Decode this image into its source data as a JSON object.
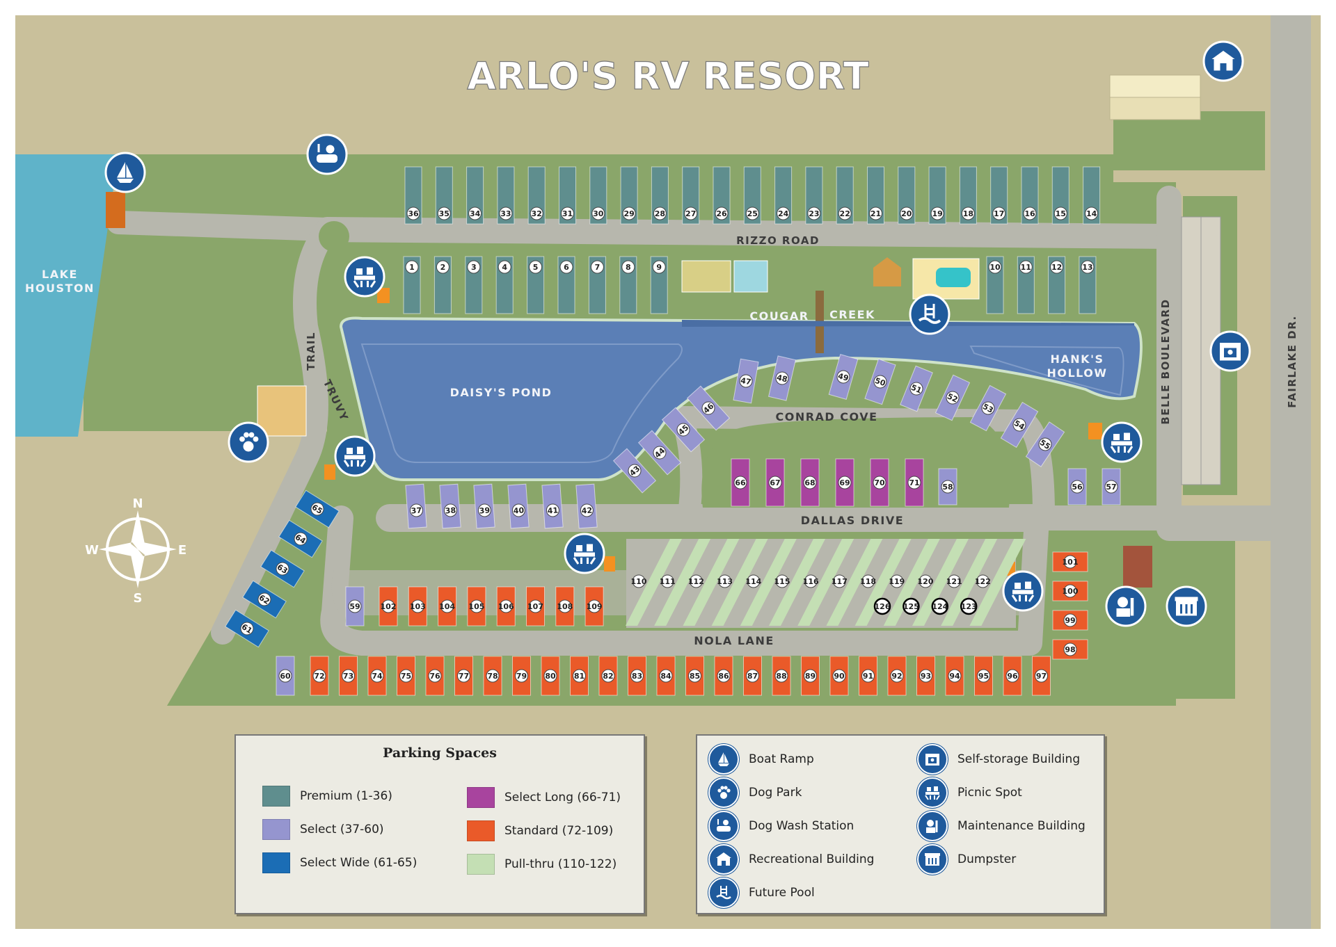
{
  "title": "ARLO'S RV RESORT",
  "water": {
    "lake": [
      "LAKE",
      "HOUSTON"
    ],
    "pond": "DAISY'S POND",
    "creek": [
      "COUGAR",
      "CREEK"
    ],
    "hollow": [
      "HANK'S",
      "HOLLOW"
    ]
  },
  "roads": {
    "rizzo": "RIZZO ROAD",
    "conrad": "CONRAD COVE",
    "dallas": "DALLAS DRIVE",
    "nola": "NOLA LANE",
    "truvy": "TRUVY",
    "trail": "TRAIL",
    "belle": "BELLE BOULEVARD",
    "fairlake": "FAIRLAKE DR."
  },
  "compass": {
    "n": "N",
    "s": "S",
    "e": "E",
    "w": "W"
  },
  "colors": {
    "premium": "#5f8e8e",
    "select": "#9595cf",
    "select_wide": "#1b6db5",
    "select_long": "#a8449e",
    "standard": "#ea5a29",
    "pullthru": "#c4dfb4",
    "grass": "#8aa66a",
    "road": "#b7b7ad",
    "water": "#5b7fb6",
    "background": "#c9c09b",
    "icon": "#1f5a9c"
  },
  "sites": {
    "top_row": [
      "36",
      "35",
      "34",
      "33",
      "32",
      "31",
      "30",
      "29",
      "28",
      "27",
      "26",
      "25",
      "24",
      "23",
      "22",
      "21",
      "20",
      "19",
      "18",
      "17",
      "16",
      "15",
      "14"
    ],
    "rizzo_south": [
      "1",
      "2",
      "3",
      "4",
      "5",
      "6",
      "7",
      "8",
      "9"
    ],
    "rizzo_south_east": [
      "10",
      "11",
      "12",
      "13"
    ],
    "pond_south": [
      "37",
      "38",
      "39",
      "40",
      "41",
      "42"
    ],
    "pond_curve": [
      "43",
      "44",
      "45",
      "46"
    ],
    "creek_south": [
      "47",
      "48",
      "49",
      "50",
      "51",
      "52",
      "53",
      "54",
      "55"
    ],
    "east_pair": [
      "56",
      "57"
    ],
    "select_long": [
      "66",
      "67",
      "68",
      "69",
      "70",
      "71"
    ],
    "site_58": "58",
    "select_wide": [
      "65",
      "64",
      "63",
      "62",
      "61"
    ],
    "site_59": "59",
    "standard_mid": [
      "102",
      "103",
      "104",
      "105",
      "106",
      "107",
      "108",
      "109"
    ],
    "pullthru": [
      "110",
      "111",
      "112",
      "113",
      "114",
      "115",
      "116",
      "117",
      "118",
      "119",
      "120",
      "121",
      "122"
    ],
    "pullthru_small": [
      "126",
      "125",
      "124",
      "123"
    ],
    "site_60": "60",
    "standard_bottom": [
      "72",
      "73",
      "74",
      "75",
      "76",
      "77",
      "78",
      "79",
      "80",
      "81",
      "82",
      "83",
      "84",
      "85",
      "86",
      "87",
      "88",
      "89",
      "90",
      "91",
      "92",
      "93",
      "94",
      "95",
      "96",
      "97"
    ],
    "standard_east": [
      "101",
      "100",
      "99",
      "98"
    ]
  },
  "legend_parking": {
    "title": "Parking Spaces",
    "items": [
      {
        "label": "Premium (1-36)",
        "color": "#5f8e8e"
      },
      {
        "label": "Select (37-60)",
        "color": "#9595cf"
      },
      {
        "label": "Select Wide (61-65)",
        "color": "#1b6db5"
      },
      {
        "label": "Select Long (66-71)",
        "color": "#a8449e"
      },
      {
        "label": "Standard (72-109)",
        "color": "#ea5a29"
      },
      {
        "label": "Pull-thru (110-122)",
        "color": "#c4dfb4"
      }
    ]
  },
  "legend_amenities": {
    "items": [
      {
        "label": "Boat Ramp",
        "icon": "boat-icon"
      },
      {
        "label": "Dog Park",
        "icon": "paw-icon"
      },
      {
        "label": "Dog Wash Station",
        "icon": "dog-wash-icon"
      },
      {
        "label": "Recreational Building",
        "icon": "recreation-icon"
      },
      {
        "label": "Future Pool",
        "icon": "pool-icon"
      },
      {
        "label": "Self-storage Building",
        "icon": "storage-icon"
      },
      {
        "label": "Picnic Spot",
        "icon": "picnic-icon"
      },
      {
        "label": "Maintenance Building",
        "icon": "maintenance-icon"
      },
      {
        "label": "Dumpster",
        "icon": "dumpster-icon"
      }
    ]
  }
}
